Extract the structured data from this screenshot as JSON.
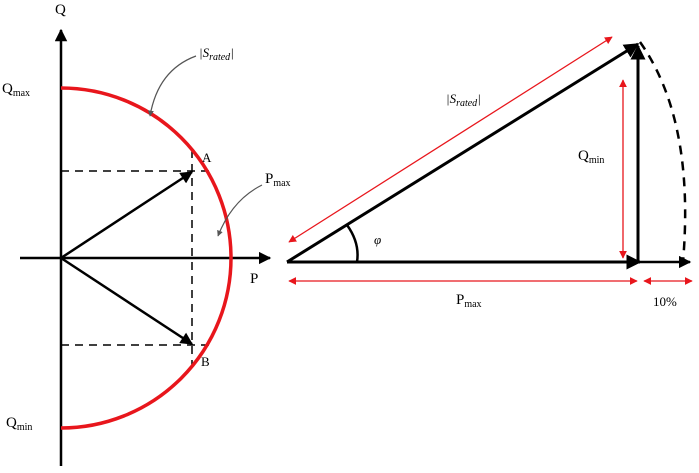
{
  "left": {
    "axis_q": "Q",
    "axis_p": "P",
    "qmax": {
      "main": "Q",
      "sub": "max"
    },
    "qmin": {
      "main": "Q",
      "sub": "min"
    },
    "pmax": {
      "main": "P",
      "sub": "max"
    },
    "point_a": "A",
    "point_b": "B",
    "srated": {
      "open": "|S",
      "sub": "rated",
      "close": "|"
    }
  },
  "right": {
    "srated": {
      "open": "|S",
      "sub": "rated",
      "close": "|"
    },
    "phi": "φ",
    "qmin": {
      "main": "Q",
      "sub": "min"
    },
    "pmax": {
      "main": "P",
      "sub": "max"
    },
    "ten_percent": "10%"
  },
  "colors": {
    "arc": "#e8161c",
    "dimension": "#e8161c",
    "line": "#000000"
  }
}
